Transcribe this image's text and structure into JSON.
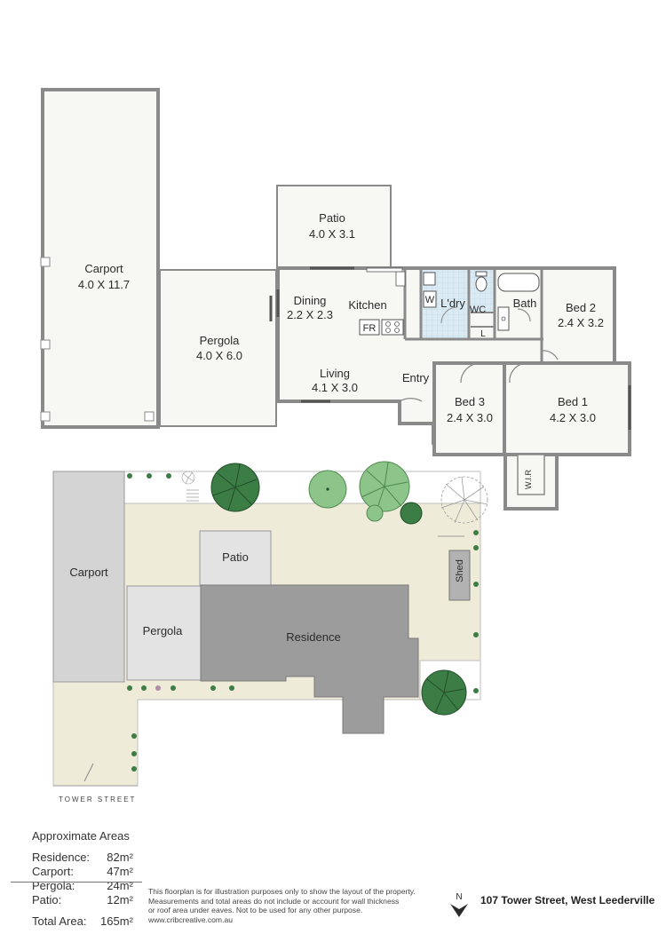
{
  "rooms": {
    "carport": {
      "name": "Carport",
      "dims": "4.0 X 11.7"
    },
    "patio": {
      "name": "Patio",
      "dims": "4.0 X 3.1"
    },
    "pergola": {
      "name": "Pergola",
      "dims": "4.0 X 6.0"
    },
    "dining": {
      "name": "Dining",
      "dims": "2.2 X 2.3"
    },
    "kitchen": {
      "name": "Kitchen"
    },
    "fridge": {
      "name": "FR"
    },
    "wm": {
      "name": "W"
    },
    "laundry": {
      "name": "L'dry"
    },
    "wc": {
      "name": "WC"
    },
    "linen": {
      "name": "L"
    },
    "bath": {
      "name": "Bath"
    },
    "bed2": {
      "name": "Bed 2",
      "dims": "2.4 X 3.2"
    },
    "living": {
      "name": "Living",
      "dims": "4.1 X 3.0"
    },
    "entry": {
      "name": "Entry"
    },
    "bed3": {
      "name": "Bed 3",
      "dims": "2.4 X 3.0"
    },
    "bed1": {
      "name": "Bed 1",
      "dims": "4.2 X 3.0"
    },
    "wir": {
      "name": "W.I.R"
    }
  },
  "site": {
    "carport": "Carport",
    "patio": "Patio",
    "pergola": "Pergola",
    "residence": "Residence",
    "shed": "Shed",
    "street": "TOWER STREET"
  },
  "areas": {
    "title": "Approximate Areas",
    "rows": [
      {
        "label": "Residence:",
        "value": "82m²"
      },
      {
        "label": "Carport:",
        "value": "47m²"
      },
      {
        "label": "Pergola:",
        "value": "24m²"
      },
      {
        "label": "Patio:",
        "value": "12m²"
      }
    ],
    "total_label": "Total Area:",
    "total_value": "165m²"
  },
  "disclaimer": {
    "line1": "This floorplan is for illustration purposes only to show the layout of the property.",
    "line2": "Measurements and total areas do not include or account for wall thickness",
    "line3": "or roof area under eaves. Not to be used for any other purpose.",
    "line4": "www.cribcreative.com.au"
  },
  "compass": {
    "label": "N"
  },
  "address": "107 Tower Street, West Leederville",
  "colors": {
    "wall": "#8a8a8a",
    "floor": "#f7f7f4",
    "site_land": "#efebd9",
    "carport_roof": "#d4d4d4",
    "pergola_roof": "#e3e3e3",
    "residence_roof": "#9c9c9c",
    "tree_dark": "#3b7d45",
    "tree_light": "#8cc48a",
    "wet_tile": "#cfe3ef"
  }
}
